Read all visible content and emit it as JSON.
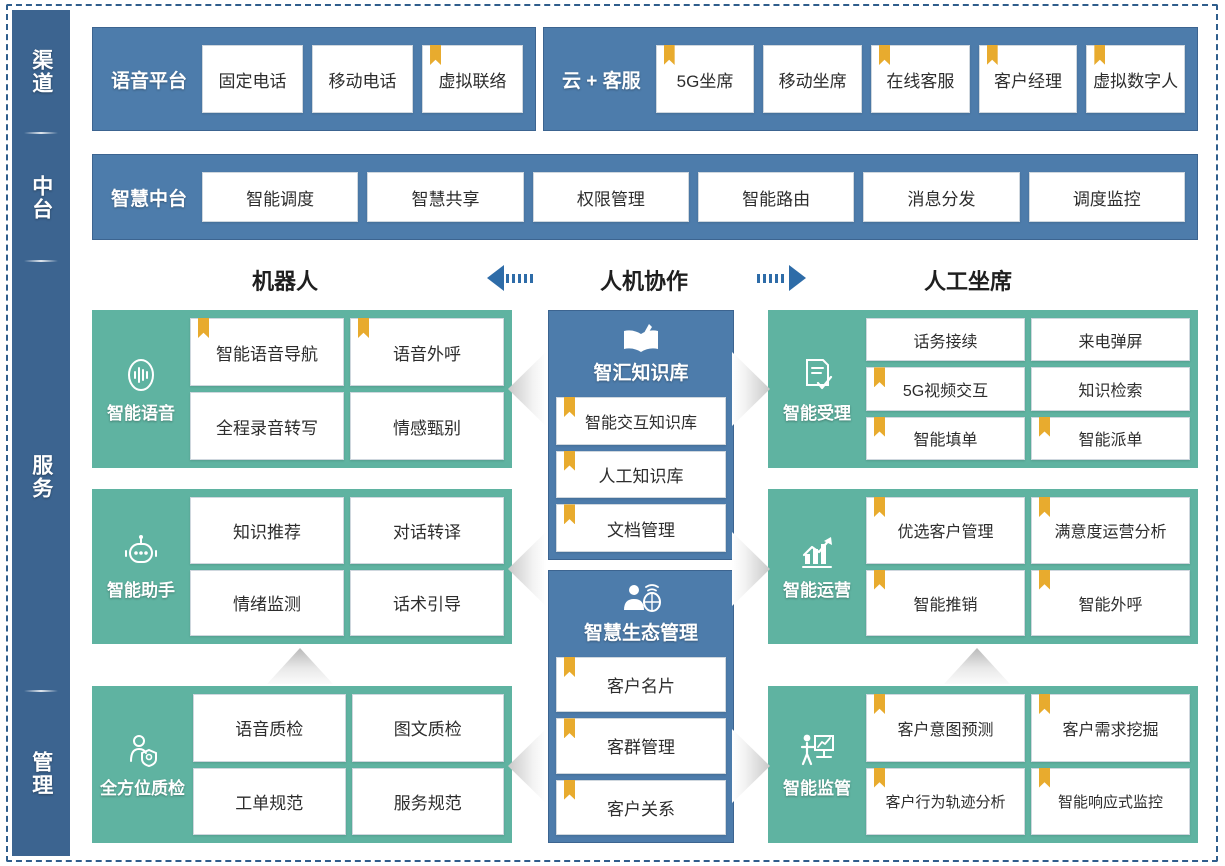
{
  "sidebar": {
    "sections": [
      {
        "label": "渠道"
      },
      {
        "label": "中台"
      },
      {
        "label": "服务"
      },
      {
        "label": "管理"
      }
    ]
  },
  "channel": {
    "voice_platform": {
      "title": "语音平台",
      "items": [
        {
          "label": "固定电话",
          "bookmark": false
        },
        {
          "label": "移动电话",
          "bookmark": false
        },
        {
          "label": "虚拟联络",
          "bookmark": true
        }
      ]
    },
    "cloud_service": {
      "title": "云 + 客服",
      "items": [
        {
          "label": "5G坐席",
          "bookmark": true
        },
        {
          "label": "移动坐席",
          "bookmark": false
        },
        {
          "label": "在线客服",
          "bookmark": true
        },
        {
          "label": "客户经理",
          "bookmark": true
        },
        {
          "label": "虚拟数字人",
          "bookmark": true
        }
      ]
    }
  },
  "midplatform": {
    "title": "智慧中台",
    "items": [
      {
        "label": "智能调度",
        "bookmark": false
      },
      {
        "label": "智慧共享",
        "bookmark": false
      },
      {
        "label": "权限管理",
        "bookmark": false
      },
      {
        "label": "智能路由",
        "bookmark": false
      },
      {
        "label": "消息分发",
        "bookmark": false
      },
      {
        "label": "调度监控",
        "bookmark": false
      }
    ]
  },
  "column_headers": {
    "left": "机器人",
    "center": "人机协作",
    "right": "人工坐席"
  },
  "left_column": [
    {
      "name": "智能语音",
      "icon": "voice-wave-icon",
      "rows": 2,
      "items": [
        {
          "label": "智能语音导航",
          "bookmark": true
        },
        {
          "label": "语音外呼",
          "bookmark": true
        },
        {
          "label": "全程录音转写",
          "bookmark": false
        },
        {
          "label": "情感甄别",
          "bookmark": false
        }
      ]
    },
    {
      "name": "智能助手",
      "icon": "robot-icon",
      "rows": 2,
      "items": [
        {
          "label": "知识推荐",
          "bookmark": false
        },
        {
          "label": "对话转译",
          "bookmark": false
        },
        {
          "label": "情绪监测",
          "bookmark": false
        },
        {
          "label": "话术引导",
          "bookmark": false
        }
      ]
    },
    {
      "name": "全方位质检",
      "icon": "person-shield-icon",
      "rows": 2,
      "items": [
        {
          "label": "语音质检",
          "bookmark": false
        },
        {
          "label": "图文质检",
          "bookmark": false
        },
        {
          "label": "工单规范",
          "bookmark": false
        },
        {
          "label": "服务规范",
          "bookmark": false
        }
      ]
    }
  ],
  "center_column": [
    {
      "name": "智汇知识库",
      "icon": "book-pen-icon",
      "items": [
        {
          "label": "智能交互知识库",
          "bookmark": true
        },
        {
          "label": "人工知识库",
          "bookmark": true
        },
        {
          "label": "文档管理",
          "bookmark": true
        }
      ]
    },
    {
      "name": "智慧生态管理",
      "icon": "person-network-icon",
      "items": [
        {
          "label": "客户名片",
          "bookmark": true
        },
        {
          "label": "客群管理",
          "bookmark": true
        },
        {
          "label": "客户关系",
          "bookmark": true
        }
      ]
    }
  ],
  "right_column": [
    {
      "name": "智能受理",
      "icon": "document-check-icon",
      "rows": 3,
      "items": [
        {
          "label": "话务接续",
          "bookmark": false
        },
        {
          "label": "来电弹屏",
          "bookmark": false
        },
        {
          "label": "5G视频交互",
          "bookmark": true
        },
        {
          "label": "知识检索",
          "bookmark": false
        },
        {
          "label": "智能填单",
          "bookmark": true
        },
        {
          "label": "智能派单",
          "bookmark": true
        }
      ]
    },
    {
      "name": "智能运营",
      "icon": "growth-chart-icon",
      "rows": 2,
      "items": [
        {
          "label": "优选客户管理",
          "bookmark": true
        },
        {
          "label": "满意度运营分析",
          "bookmark": true
        },
        {
          "label": "智能推销",
          "bookmark": true
        },
        {
          "label": "智能外呼",
          "bookmark": true
        }
      ]
    },
    {
      "name": "智能监管",
      "icon": "presenter-chart-icon",
      "rows": 2,
      "items": [
        {
          "label": "客户意图预测",
          "bookmark": true
        },
        {
          "label": "客户需求挖掘",
          "bookmark": true
        },
        {
          "label": "客户行为轨迹分析",
          "bookmark": true
        },
        {
          "label": "智能响应式监控",
          "bookmark": true
        }
      ]
    }
  ],
  "colors": {
    "blue_band": "#4d7cab",
    "blue_dark": "#3c6490",
    "green_block": "#5fb3a1",
    "bookmark": "#e8ab2e",
    "arrow_blue": "#2e6ca8"
  }
}
